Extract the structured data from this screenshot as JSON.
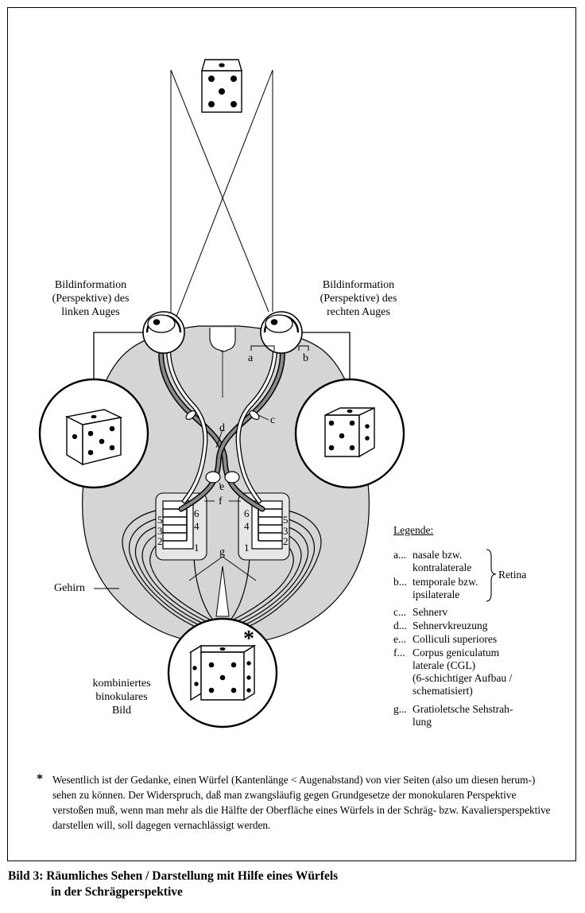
{
  "labels": {
    "left_eye": [
      "Bildinformation",
      "(Perspektive) des",
      "linken Auges"
    ],
    "right_eye": [
      "Bildinformation",
      "(Perspektive) des",
      "rechten Auges"
    ],
    "a": "a",
    "b": "b",
    "c": "c",
    "d": "d",
    "e": "e",
    "f": "f",
    "g": "g",
    "layers_left": [
      "6",
      "4",
      "5",
      "3",
      "2",
      "1"
    ],
    "layers_right": [
      "6",
      "4",
      "5",
      "3",
      "2",
      "1"
    ],
    "brain": "Gehirn",
    "combined": [
      "kombiniertes",
      "binokulares",
      "Bild"
    ],
    "asterisk": "*"
  },
  "legend": {
    "title": "Legende:",
    "items": [
      {
        "key": "a...",
        "text": [
          "nasale bzw.",
          "kontralaterale"
        ]
      },
      {
        "key": "b...",
        "text": [
          "temporale bzw.",
          "ipsilaterale"
        ]
      },
      {
        "key": "c...",
        "text": [
          "Sehnerv"
        ]
      },
      {
        "key": "d...",
        "text": [
          "Sehnervkreuzung"
        ]
      },
      {
        "key": "e...",
        "text": [
          "Colliculi superiores"
        ]
      },
      {
        "key": "f...",
        "text": [
          "Corpus geniculatum",
          "laterale (CGL)",
          "(6-schichtiger Aufbau /",
          "schematisiert)"
        ]
      },
      {
        "key": "g...",
        "text": [
          "Gratioletsche Sehstrah-",
          "lung"
        ]
      }
    ],
    "bracket_label": "Retina"
  },
  "footnote": {
    "marker": "*",
    "text": "Wesentlich ist der Gedanke, einen Würfel (Kantenlänge < Augenabstand) von vier Seiten (also um diesen herum-) sehen zu können. Der Widerspruch, daß man zwangsläufig gegen Grundgesetze der monokularen Perspektive verstoßen muß, wenn man mehr als die Hälfte der Oberfläche eines Würfels in der Schräg- bzw. Kavaliersperspektive darstellen will, soll dagegen vernachlässigt werden."
  },
  "caption": {
    "line1": "Bild 3: Räumliches Sehen / Darstellung mit Hilfe eines Würfels",
    "line2": "in der Schrägperspektive"
  }
}
